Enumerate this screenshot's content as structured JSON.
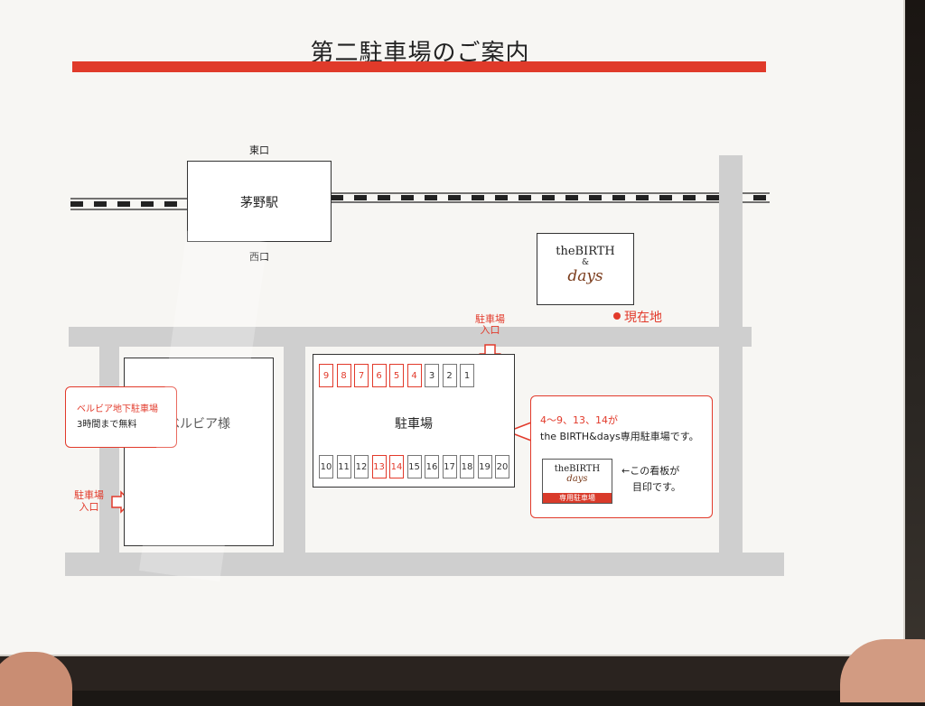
{
  "title": "第二駐車場のご案内",
  "station": {
    "name": "茅野駅",
    "east_exit": "東口",
    "west_exit": "西口"
  },
  "venue_logo": {
    "line1": "theBIRTH",
    "line2": "&",
    "line3": "days"
  },
  "current_location": "現在地",
  "lot_entrance": {
    "line1": "駐車場",
    "line2": "入口"
  },
  "belvia": {
    "name": "ベルビア様",
    "callout_title": "ベルビア地下駐車場",
    "callout_note": "3時間まで無料",
    "entrance_line1": "駐車場",
    "entrance_line2": "入口"
  },
  "parking_lot": {
    "name": "駐車場",
    "top_row": [
      "9",
      "8",
      "7",
      "6",
      "5",
      "4",
      "3",
      "2",
      "1"
    ],
    "bottom_row": [
      "10",
      "11",
      "12",
      "13",
      "14",
      "15",
      "16",
      "17",
      "18",
      "19",
      "20"
    ],
    "dedicated_slots": [
      "4",
      "5",
      "6",
      "7",
      "8",
      "9",
      "13",
      "14"
    ]
  },
  "info": {
    "slots_text": "4～9、13、14が",
    "description": "the BIRTH&days専用駐車場です。",
    "sign_pointer": "←この看板が",
    "sign_caption": "目印です。",
    "sign_band": "専用駐車場"
  },
  "colors": {
    "accent": "#e23a2b",
    "road": "#cfcfcf"
  }
}
